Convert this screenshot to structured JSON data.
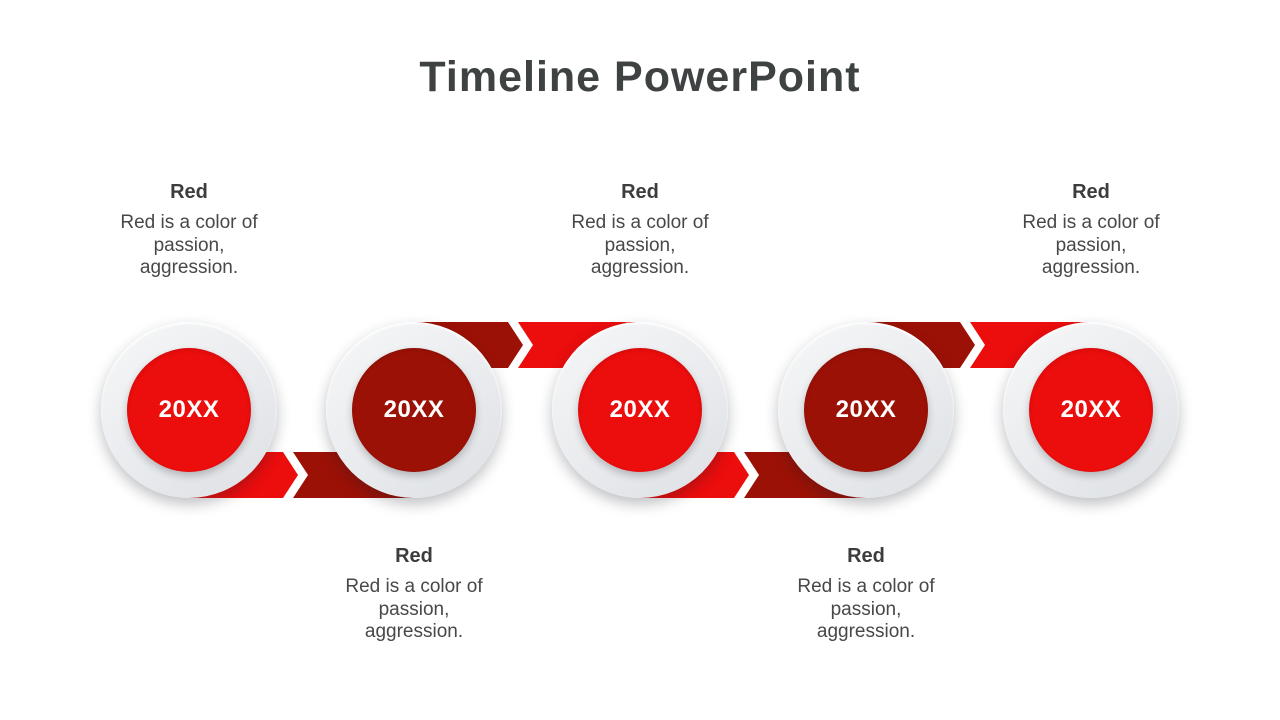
{
  "slide": {
    "title": "Timeline PowerPoint",
    "background_color": "#ffffff"
  },
  "colors": {
    "bright_red": "#ec0d0d",
    "dark_red": "#9c1106",
    "circle_ring_gray": "#e9ebee",
    "title_text": "#3f4243",
    "note_heading_text": "#3d3d3d",
    "note_body_text": "#484848",
    "year_text": "#ffffff"
  },
  "timeline": {
    "milestones": [
      {
        "year": "20XX",
        "variant": "bright",
        "note_position": "top",
        "heading": "Red",
        "description": "Red is a color of passion, aggression."
      },
      {
        "year": "20XX",
        "variant": "dark",
        "note_position": "bottom",
        "heading": "Red",
        "description": "Red is a color of passion, aggression."
      },
      {
        "year": "20XX",
        "variant": "bright",
        "note_position": "top",
        "heading": "Red",
        "description": "Red is a color of passion, aggression."
      },
      {
        "year": "20XX",
        "variant": "dark",
        "note_position": "bottom",
        "heading": "Red",
        "description": "Red is a color of passion, aggression."
      },
      {
        "year": "20XX",
        "variant": "bright",
        "note_position": "top",
        "heading": "Red",
        "description": "Red is a color of passion, aggression."
      }
    ]
  }
}
